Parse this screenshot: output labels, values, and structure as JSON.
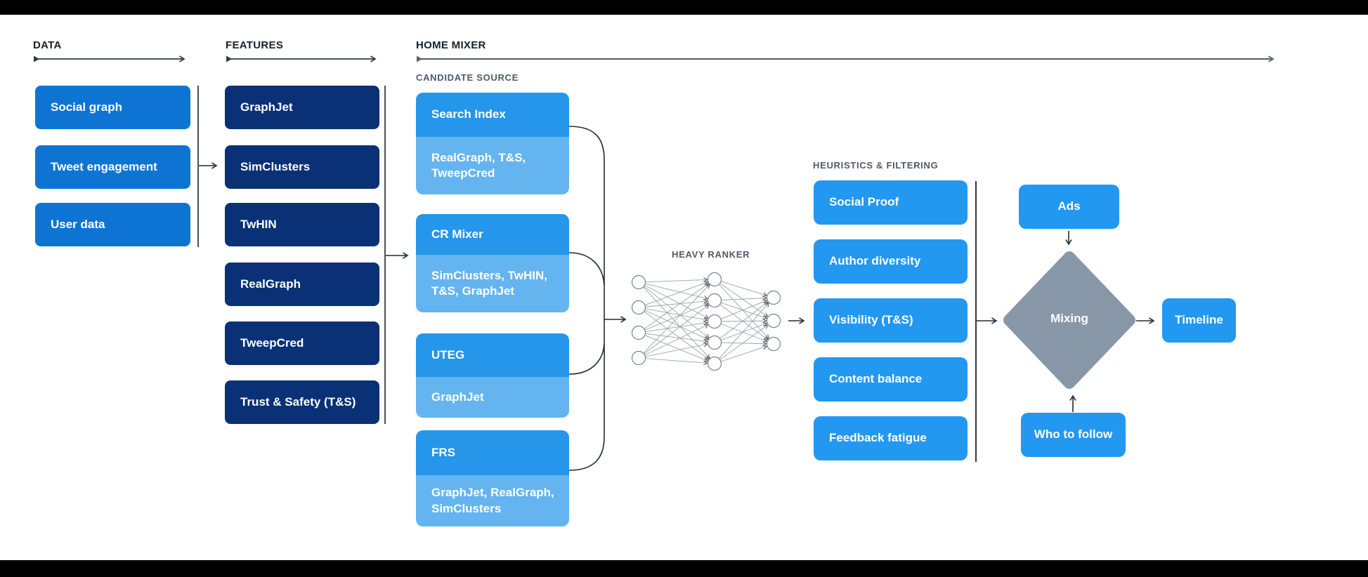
{
  "sections": {
    "data": {
      "header": "DATA",
      "items": [
        "Social graph",
        "Tweet engagement",
        "User data"
      ]
    },
    "features": {
      "header": "FEATURES",
      "items": [
        "GraphJet",
        "SimClusters",
        "TwHIN",
        "RealGraph",
        "TweepCred",
        "Trust & Safety (T&S)"
      ]
    },
    "home_mixer": {
      "header": "HOME MIXER"
    },
    "candidate_source": {
      "header": "CANDIDATE SOURCE",
      "items": [
        {
          "title": "Search Index",
          "sources": "RealGraph, T&S,\nTweepCred"
        },
        {
          "title": "CR Mixer",
          "sources": "SimClusters, TwHIN,\nT&S, GraphJet"
        },
        {
          "title": "UTEG",
          "sources": "GraphJet"
        },
        {
          "title": "FRS",
          "sources": "GraphJet, RealGraph,\nSimClusters"
        }
      ]
    },
    "heavy_ranker": {
      "header": "HEAVY RANKER"
    },
    "heuristics": {
      "header": "HEURISTICS & FILTERING",
      "items": [
        "Social Proof",
        "Author diversity",
        "Visibility (T&S)",
        "Content balance",
        "Feedback fatigue"
      ]
    },
    "mixing": {
      "ads": "Ads",
      "diamond": "Mixing",
      "who_to_follow": "Who to follow",
      "timeline": "Timeline"
    }
  },
  "colors": {
    "data_box": "#0e74d4",
    "feature_box": "#0a3175",
    "candidate_title": "#2596ea",
    "candidate_sources": "#64b4f0",
    "heuristic_box": "#2298f1",
    "mixing_diamond": "#8897a8",
    "box_text": "#ffffff",
    "section_header": "#16202b",
    "sub_header": "#4e5a66"
  }
}
